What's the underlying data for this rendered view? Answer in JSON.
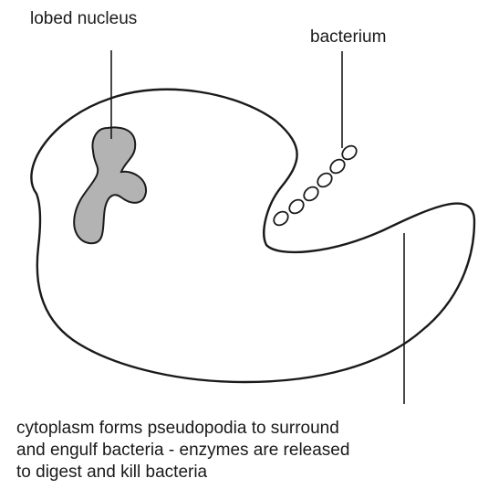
{
  "labels": {
    "nucleus": "lobed nucleus",
    "bacterium": "bacterium"
  },
  "caption": {
    "lines": [
      "cytoplasm forms pseudopodia to surround",
      "and engulf bacteria - enzymes are released",
      "to digest and kill bacteria"
    ]
  },
  "colors": {
    "outline": "#1a1a1a",
    "nucleus_fill": "#b3b3b3",
    "background": "#ffffff"
  }
}
